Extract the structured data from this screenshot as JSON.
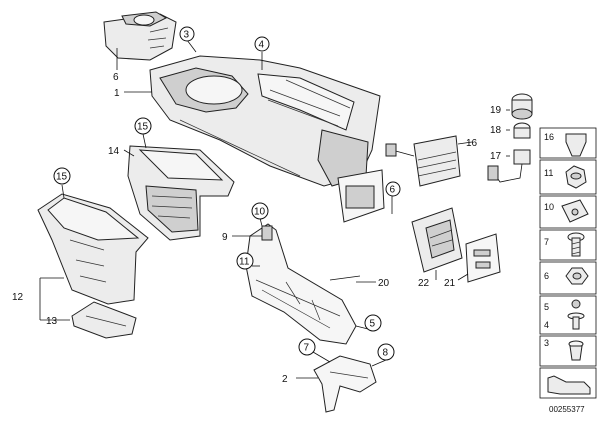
{
  "diagram": {
    "document_id": "00255377",
    "callouts": {
      "c1": "1",
      "c2": "2",
      "c3": "3",
      "c4": "4",
      "c5": "5",
      "c6a": "6",
      "c6b": "6",
      "c7": "7",
      "c8": "8",
      "c9": "9",
      "c10": "10",
      "c11": "11",
      "c12": "12",
      "c13": "13",
      "c14": "14",
      "c15a": "15",
      "c15b": "15",
      "c16": "16",
      "c17": "17",
      "c18": "18",
      "c19": "19",
      "c20": "20",
      "c21": "21",
      "c22": "22"
    },
    "legend": {
      "l16": "16",
      "l11": "11",
      "l10": "10",
      "l7": "7",
      "l6": "6",
      "l5": "5",
      "l4": "4",
      "l3": "3"
    }
  }
}
